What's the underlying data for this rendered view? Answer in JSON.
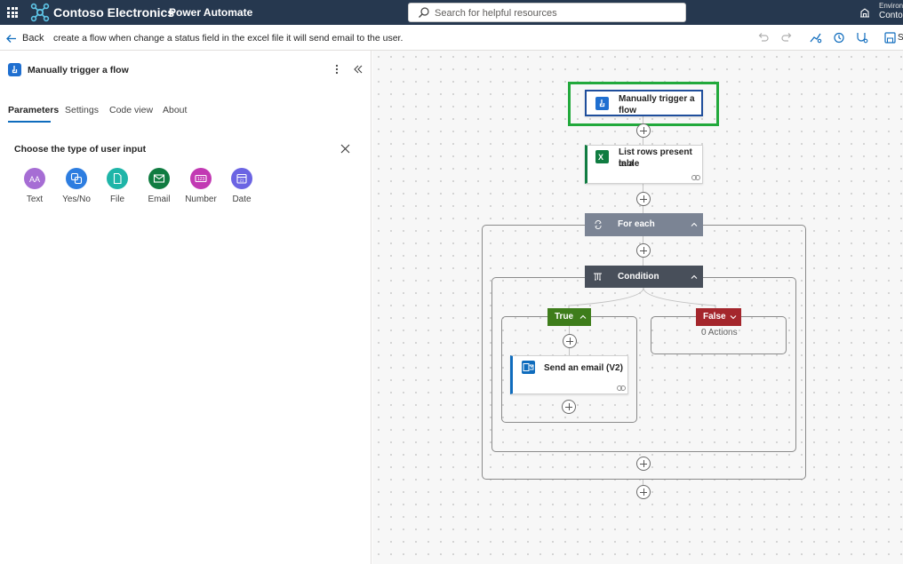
{
  "topbar": {
    "brand": "Contoso Electronics",
    "product": "Power Automate",
    "search_placeholder": "Search for helpful resources",
    "environment_label": "Environ",
    "environment_name": "Conto"
  },
  "commandbar": {
    "back_label": "Back",
    "flow_description": "create a flow when change a status field in the excel file it will send email to the user.",
    "save_label": "S"
  },
  "panel": {
    "title": "Manually trigger a flow",
    "tabs": [
      "Parameters",
      "Settings",
      "Code view",
      "About"
    ],
    "active_tab": "Parameters",
    "choose_label": "Choose the type of user input",
    "input_types": [
      {
        "label": "Text",
        "icon": "text-icon",
        "color": "#a66dd4"
      },
      {
        "label": "Yes/No",
        "icon": "yes-no-icon",
        "color": "#2d7de0"
      },
      {
        "label": "File",
        "icon": "file-icon",
        "color": "#1fb5a8"
      },
      {
        "label": "Email",
        "icon": "email-icon",
        "color": "#107c41"
      },
      {
        "label": "Number",
        "icon": "number-icon",
        "color": "#c239b3"
      },
      {
        "label": "Date",
        "icon": "calendar-icon",
        "color": "#6b64e3"
      }
    ]
  },
  "flow": {
    "trigger": {
      "title_line1": "Manually trigger a",
      "title_line2": "flow"
    },
    "list_rows": {
      "title_line1": "List rows present in a",
      "title_line2": "table"
    },
    "foreach": {
      "title": "For each"
    },
    "condition": {
      "title": "Condition"
    },
    "true_branch": {
      "label": "True"
    },
    "false_branch": {
      "label": "False",
      "empty_text": "0 Actions"
    },
    "send_email": {
      "title": "Send an email (V2)"
    }
  },
  "colors": {
    "topbar": "#26384f",
    "selection": "#22a93c",
    "foreach_header": "#7b8494",
    "condition_header": "#484f5a",
    "true_green": "#3e7d1b",
    "false_red": "#a4262c",
    "accent_blue": "#0f6cbd"
  }
}
